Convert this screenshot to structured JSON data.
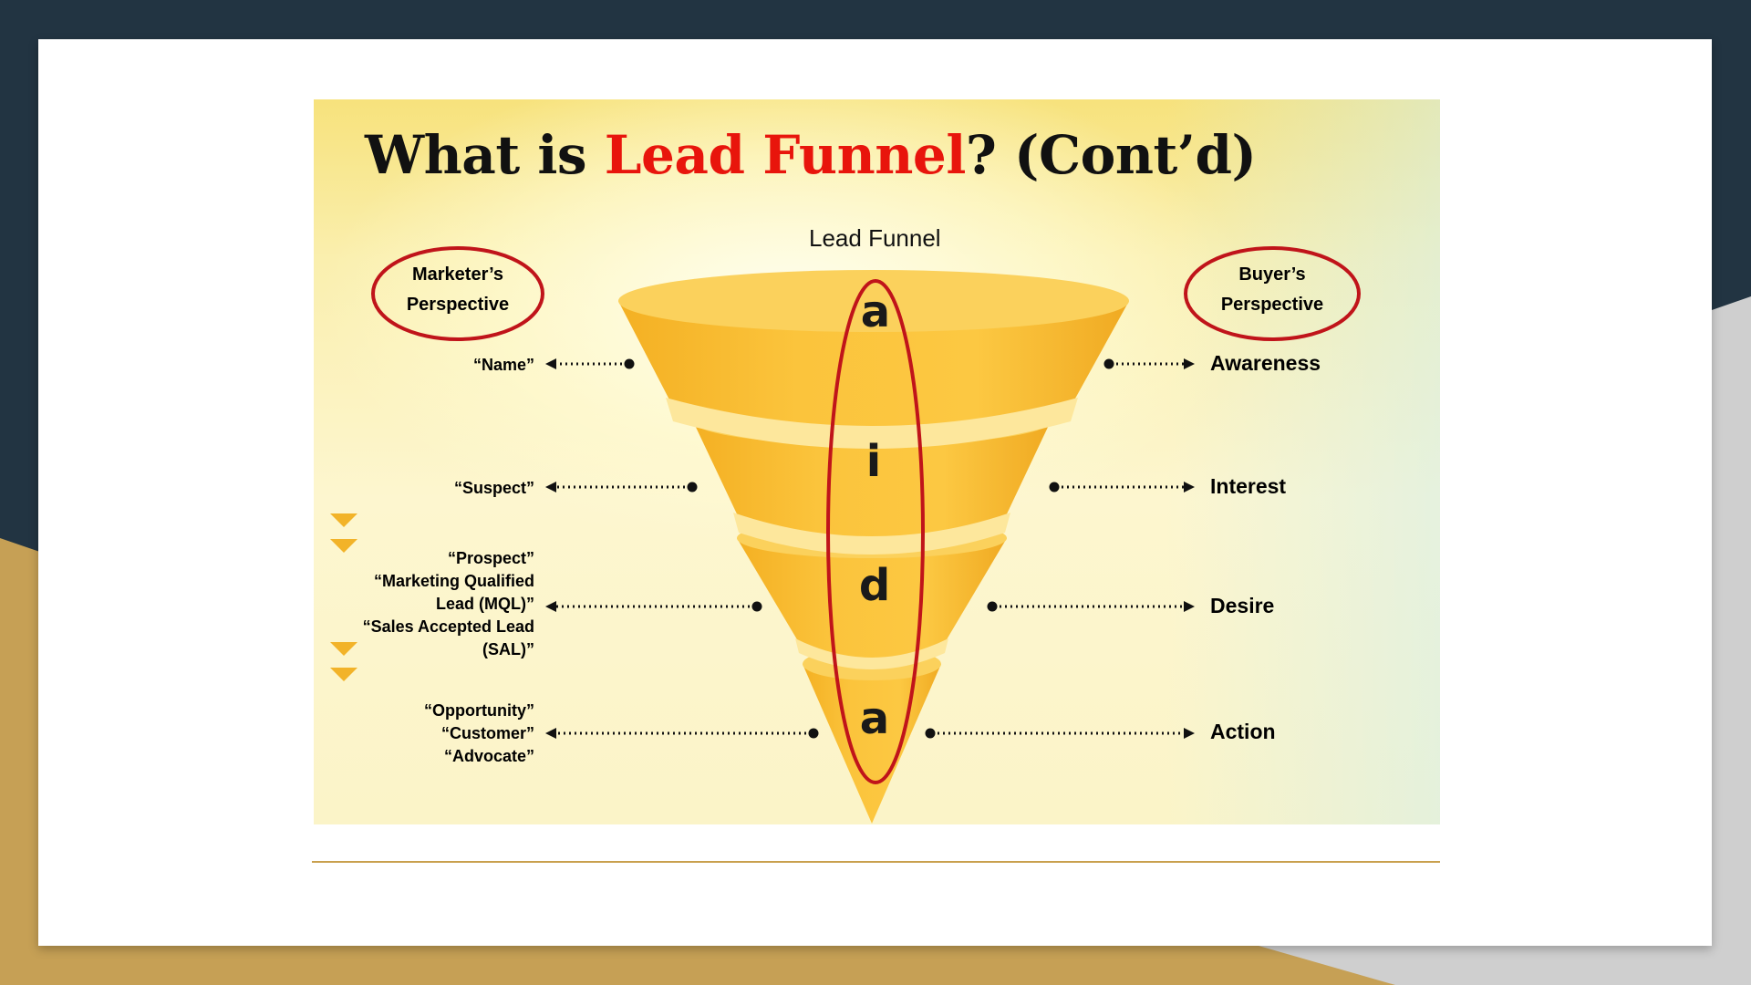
{
  "title": {
    "prefix": "What is ",
    "highlight": "Lead Funnel",
    "suffix": "? (Cont’d)"
  },
  "funnel_title": "Lead Funnel",
  "marketer_perspective": [
    "Marketer’s",
    "Perspective"
  ],
  "buyer_perspective": [
    "Buyer’s",
    "Perspective"
  ],
  "funnel_letters": [
    "a",
    "i",
    "d",
    "a"
  ],
  "stages": [
    {
      "buyer": "Awareness",
      "marketer": [
        "“Name”"
      ]
    },
    {
      "buyer": "Interest",
      "marketer": [
        "“Suspect”"
      ]
    },
    {
      "buyer": "Desire",
      "marketer": [
        "“Prospect”",
        "“Marketing Qualified",
        "Lead (MQL)”",
        "“Sales Accepted Lead",
        "(SAL)”"
      ]
    },
    {
      "buyer": "Action",
      "marketer": [
        "“Opportunity”",
        "“Customer”",
        "“Advocate”"
      ]
    }
  ],
  "colors": {
    "background": "#223442",
    "gold": "#c6a055",
    "funnel": "#f9c23c",
    "funnel_band": "#fde79c",
    "highlight_red": "#e8150c",
    "ellipse": "#c0141a"
  }
}
